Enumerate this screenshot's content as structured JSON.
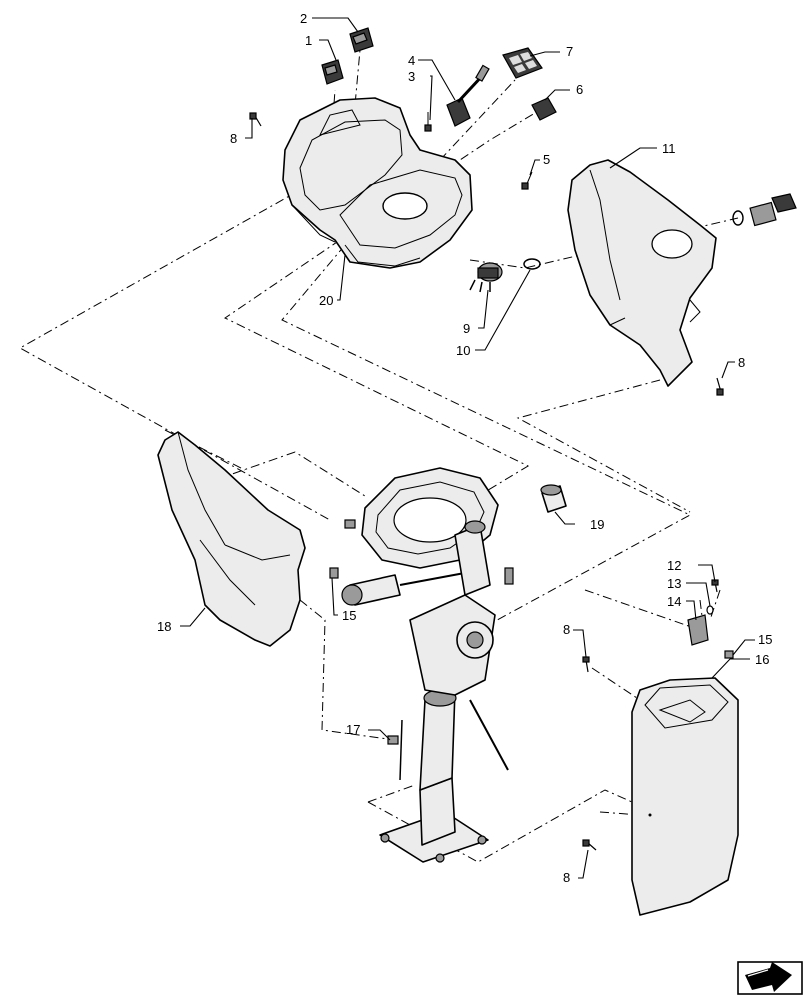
{
  "callouts": [
    {
      "id": "c1",
      "text": "1"
    },
    {
      "id": "c2",
      "text": "2"
    },
    {
      "id": "c3",
      "text": "3"
    },
    {
      "id": "c4",
      "text": "4"
    },
    {
      "id": "c5",
      "text": "5"
    },
    {
      "id": "c6",
      "text": "6"
    },
    {
      "id": "c7",
      "text": "7"
    },
    {
      "id": "c8a",
      "text": "8"
    },
    {
      "id": "c8b",
      "text": "8"
    },
    {
      "id": "c8c",
      "text": "8"
    },
    {
      "id": "c8d",
      "text": "8"
    },
    {
      "id": "c9",
      "text": "9"
    },
    {
      "id": "c10",
      "text": "10"
    },
    {
      "id": "c11",
      "text": "11"
    },
    {
      "id": "c12",
      "text": "12"
    },
    {
      "id": "c13",
      "text": "13"
    },
    {
      "id": "c14",
      "text": "14"
    },
    {
      "id": "c15a",
      "text": "15"
    },
    {
      "id": "c15b",
      "text": "15"
    },
    {
      "id": "c16",
      "text": "16"
    },
    {
      "id": "c17",
      "text": "17"
    },
    {
      "id": "c18",
      "text": "18"
    },
    {
      "id": "c19",
      "text": "19"
    },
    {
      "id": "c20",
      "text": "20"
    }
  ],
  "icons": {
    "navigation": "next-page-arrow-icon"
  }
}
